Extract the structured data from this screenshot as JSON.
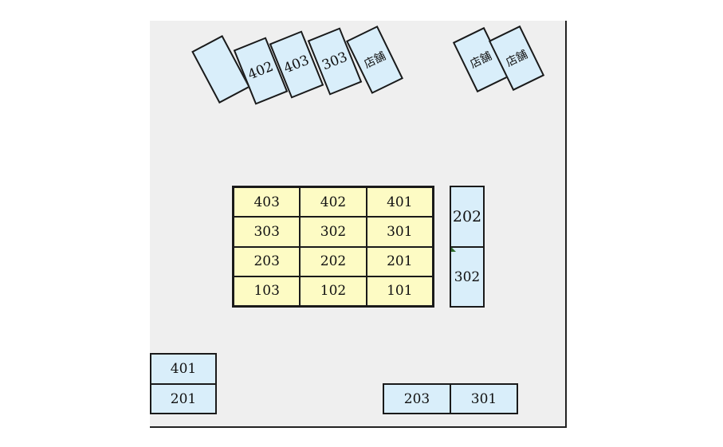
{
  "top_row_spots": [
    {
      "label": ""
    },
    {
      "label": "402"
    },
    {
      "label": "403"
    },
    {
      "label": "303"
    },
    {
      "label": "店舗"
    }
  ],
  "top_right_spots": [
    {
      "label": "店舗"
    },
    {
      "label": "店舗"
    }
  ],
  "center_grid": [
    [
      "403",
      "402",
      "401"
    ],
    [
      "303",
      "302",
      "301"
    ],
    [
      "203",
      "202",
      "201"
    ],
    [
      "103",
      "102",
      "101"
    ]
  ],
  "right_column": [
    {
      "label": "202"
    },
    {
      "label": "302"
    }
  ],
  "bottom_left": [
    {
      "label": "401"
    },
    {
      "label": "201"
    }
  ],
  "bottom_right": [
    {
      "label": "203"
    },
    {
      "label": "301"
    }
  ],
  "colors": {
    "blue_spot": "#d9eefa",
    "yellow_spot": "#fdfbc4",
    "ground": "#efefef"
  }
}
